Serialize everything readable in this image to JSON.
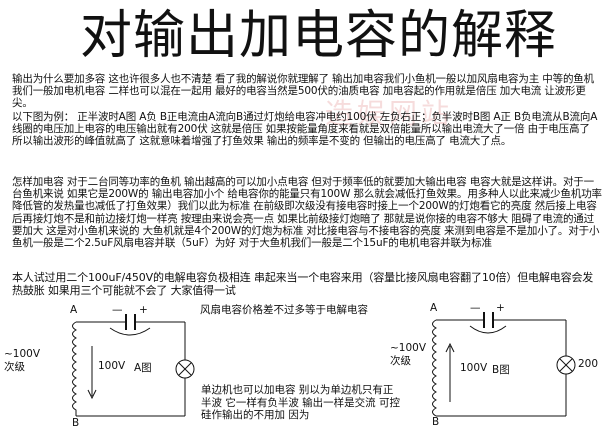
{
  "document": {
    "title": "对输出加电容的解释",
    "watermark": "造娱网站",
    "paragraphs": [
      "输出为什么要加多容 这也许很多人也不清楚 看了我的解说你就理解了 输出加电容我们小鱼机一般以加风扇电容为主 中等的鱼机我们一般加电机电容 二样也可以混在一起用 最好的电容当然是500伏的油质电容 加电容起的作用就是倍压 加大电流 让波形更尖。",
      "以下图为例： 正半波时A图 A负 B正电流由A流向B通过灯炮给电容冲电约100伏 左负右正；负半波时B图 A正 B负电流从B流向A 线圈的电压加上电容的电压输出就有200伏 这就是倍压 如果按能量角度来看就是双倍能量所以输出电流大了一倍 由于电压高了 所以输出波形的峰值就高了 这就意味着增强了打鱼效果  输出的频率是不变的 但输出的电压高了 电流大了点。",
      "怎样加电容 对于二台同等功率的鱼机 输出越高的可以加小点电容 但对于频率低的就要加大输出电容 电容大就是这样讲。对于一台鱼机来说 如果它是200W的 输出电容加小个 给电容你的能量只有100W 那么就会减低打鱼效果。用多种人以此来减少鱼机功率降低管的发热量也减低了打鱼效果）我们以此为标准 在前级即次级没有接电容时接上一个200W的灯炮看它的亮度 然后接上电容后再接灯炮不是和前边接灯炮一样亮 按理由来说会亮一点 如果比前级接灯炮暗了 那就是说你接的电容不够大 阻碍了电流的通过 要加大 这是对小鱼机来说的 大鱼机就是4个200W的灯炮为标准  对比接电容与不接电容的亮度 来测到电容是不是加小了。对于小鱼机一般是二个2.5uF风扇电容并联（5uF）为好 对于大鱼机我们一般是二个15uF的电机电容并联为标准",
      "本人试过用二个100uF/450V的电解电容负极相连 串起来当一个电容来用（容量比接风扇电容翻了10倍）但电解电容会发热鼓胀 如果用三个可能就不会了 大家值得一试"
    ],
    "caption_top": "风扇电容价格差不过多等于电解电容",
    "caption_bottom": "单边机也可以加电容 别以为单边机只有正半波 它一样有负半波 输出一样是交流 可控硅作输出的不用加 因为"
  },
  "diagram_a": {
    "label_a": "A",
    "label_b": "B",
    "label_source": "~100V 次级",
    "label_voltage": "100V",
    "label_name": "A图",
    "label_plus": "+",
    "label_minus": "—"
  },
  "diagram_b": {
    "label_a": "A",
    "label_b": "B",
    "label_source": "~100V 次级",
    "label_voltage": "100V",
    "label_name": "B图",
    "label_plus": "+",
    "label_minus": "—",
    "label_output": "200"
  }
}
